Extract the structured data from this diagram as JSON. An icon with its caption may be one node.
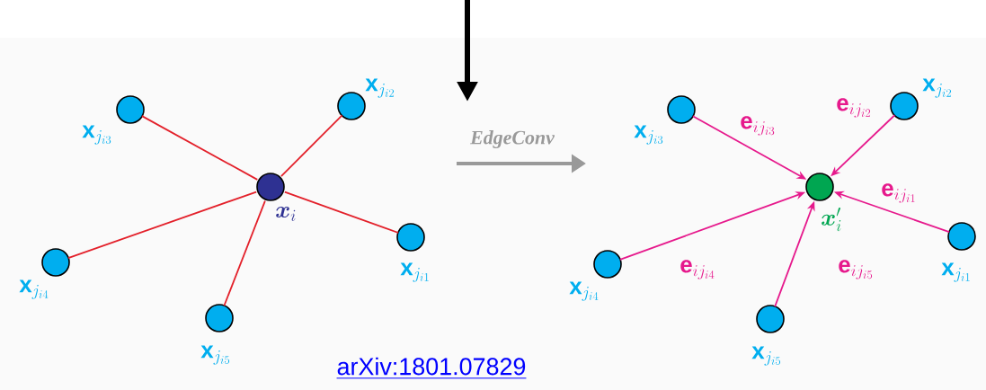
{
  "diagram": {
    "nodes": [
      {
        "text": [],
        "shape": "circle",
        "beside": [
          "\\boldsymbol{x}_{i}"
        ]
      },
      {
        "text": [],
        "shape": "circle",
        "beside": [
          "\\mathbf{x}_{j_{i1}}"
        ]
      },
      {
        "text": [],
        "shape": "circle",
        "beside": [
          "\\mathbf{x}_{j_{i2}}"
        ]
      },
      {
        "text": [],
        "shape": "circle",
        "beside": [
          "\\mathbf{x}_{j_{i3}}"
        ]
      },
      {
        "text": [],
        "shape": "circle",
        "beside": [
          "\\mathbf{x}_{j_{i4}}"
        ]
      },
      {
        "text": [],
        "shape": "circle",
        "beside": [
          "\\mathbf{x}_{j_{i5}}"
        ]
      },
      {
        "text": [],
        "shape": "circle",
        "beside": [
          "\\boldsymbol{x}'_{i}"
        ]
      },
      {
        "text": [],
        "shape": "circle",
        "beside": [
          "\\mathbf{x}_{j_{i1}}"
        ]
      },
      {
        "text": [],
        "shape": "circle",
        "beside": [
          "\\mathbf{x}_{j_{i2}}"
        ]
      },
      {
        "text": [],
        "shape": "circle",
        "beside": [
          "\\mathbf{x}_{j_{i3}}"
        ]
      },
      {
        "text": [],
        "shape": "circle",
        "beside": [
          "\\mathbf{x}_{j_{i4}}"
        ]
      },
      {
        "text": [],
        "shape": "circle",
        "beside": [
          "\\mathbf{x}_{j_{i5}}"
        ]
      }
    ],
    "edges": [
      {
        "from": 1,
        "to": 0,
        "arrow": "none",
        "color": "#e3202a"
      },
      {
        "from": 2,
        "to": 0,
        "arrow": "none",
        "color": "#e3202a"
      },
      {
        "from": 3,
        "to": 0,
        "arrow": "none",
        "color": "#e3202a"
      },
      {
        "from": 4,
        "to": 0,
        "arrow": "none",
        "color": "#e3202a"
      },
      {
        "from": 5,
        "to": 0,
        "arrow": "none",
        "color": "#e3202a"
      },
      {
        "from": 7,
        "to": 6,
        "arrow": "to",
        "label": "\\mathbf{e}_{ij_{i1}}",
        "color": "#e6198c"
      },
      {
        "from": 8,
        "to": 6,
        "arrow": "to",
        "label": "\\mathbf{e}_{ij_{i2}}",
        "color": "#e6198c"
      },
      {
        "from": 9,
        "to": 6,
        "arrow": "to",
        "label": "\\mathbf{e}_{ij_{i3}}",
        "color": "#e6198c"
      },
      {
        "from": 10,
        "to": 6,
        "arrow": "to",
        "label": "\\mathbf{e}_{ij_{i4}}",
        "color": "#e6198c"
      },
      {
        "from": 11,
        "to": 6,
        "arrow": "to",
        "label": "\\mathbf{e}_{ij_{i5}}",
        "color": "#e6198c"
      }
    ],
    "labels": [
      "EdgeConv",
      "arXiv:1801.07829"
    ]
  }
}
